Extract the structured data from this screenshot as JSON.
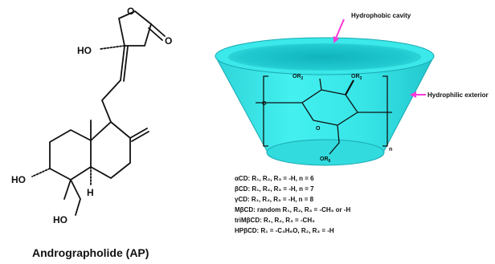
{
  "molecule": {
    "name": "Andrographolide (AP)",
    "atoms": {
      "O_ring": "O",
      "O_keto": "O",
      "HO_top": "HO",
      "HO_left": "HO",
      "HO_bottom": "HO",
      "H_bridge": "H"
    }
  },
  "cyclodextrin": {
    "callout_cavity": "Hydrophobic cavity",
    "callout_exterior": "Hydrophilic exterior",
    "monomer": {
      "OR2": "OR",
      "OR2_sub": "2",
      "OR3": "OR",
      "OR3_sub": "3",
      "OR6": "OR",
      "OR6_sub": "6",
      "O": "O",
      "repeat": "n"
    }
  },
  "definitions": [
    {
      "id": "acd",
      "text": "αCD:  R₁, R₂, R₃ = -H, n = 6"
    },
    {
      "id": "bcd",
      "text": "βCD:  R₁, R₂, R₃ = -H, n = 7"
    },
    {
      "id": "gcd",
      "text": "γCD:  R₁, R₂, R₃ = -H, n = 8"
    },
    {
      "id": "mbcd",
      "text": "MβCD: random R₁, R₂, R₃ = -CH₃ or -H"
    },
    {
      "id": "trimbcd",
      "text": "triMβCD:  R₁, R₂, R₃ = -CH₃"
    },
    {
      "id": "hpbcd",
      "text": "HPβCD: R₁ = -C₃H₆O, R₂, R₃ = -H"
    }
  ],
  "colors": {
    "cone": "#36e6e6",
    "cone_top": "#2cd6d6",
    "cone_inner": "#1fbfc8",
    "arrow": "#ff38d8",
    "line": "#111111"
  }
}
